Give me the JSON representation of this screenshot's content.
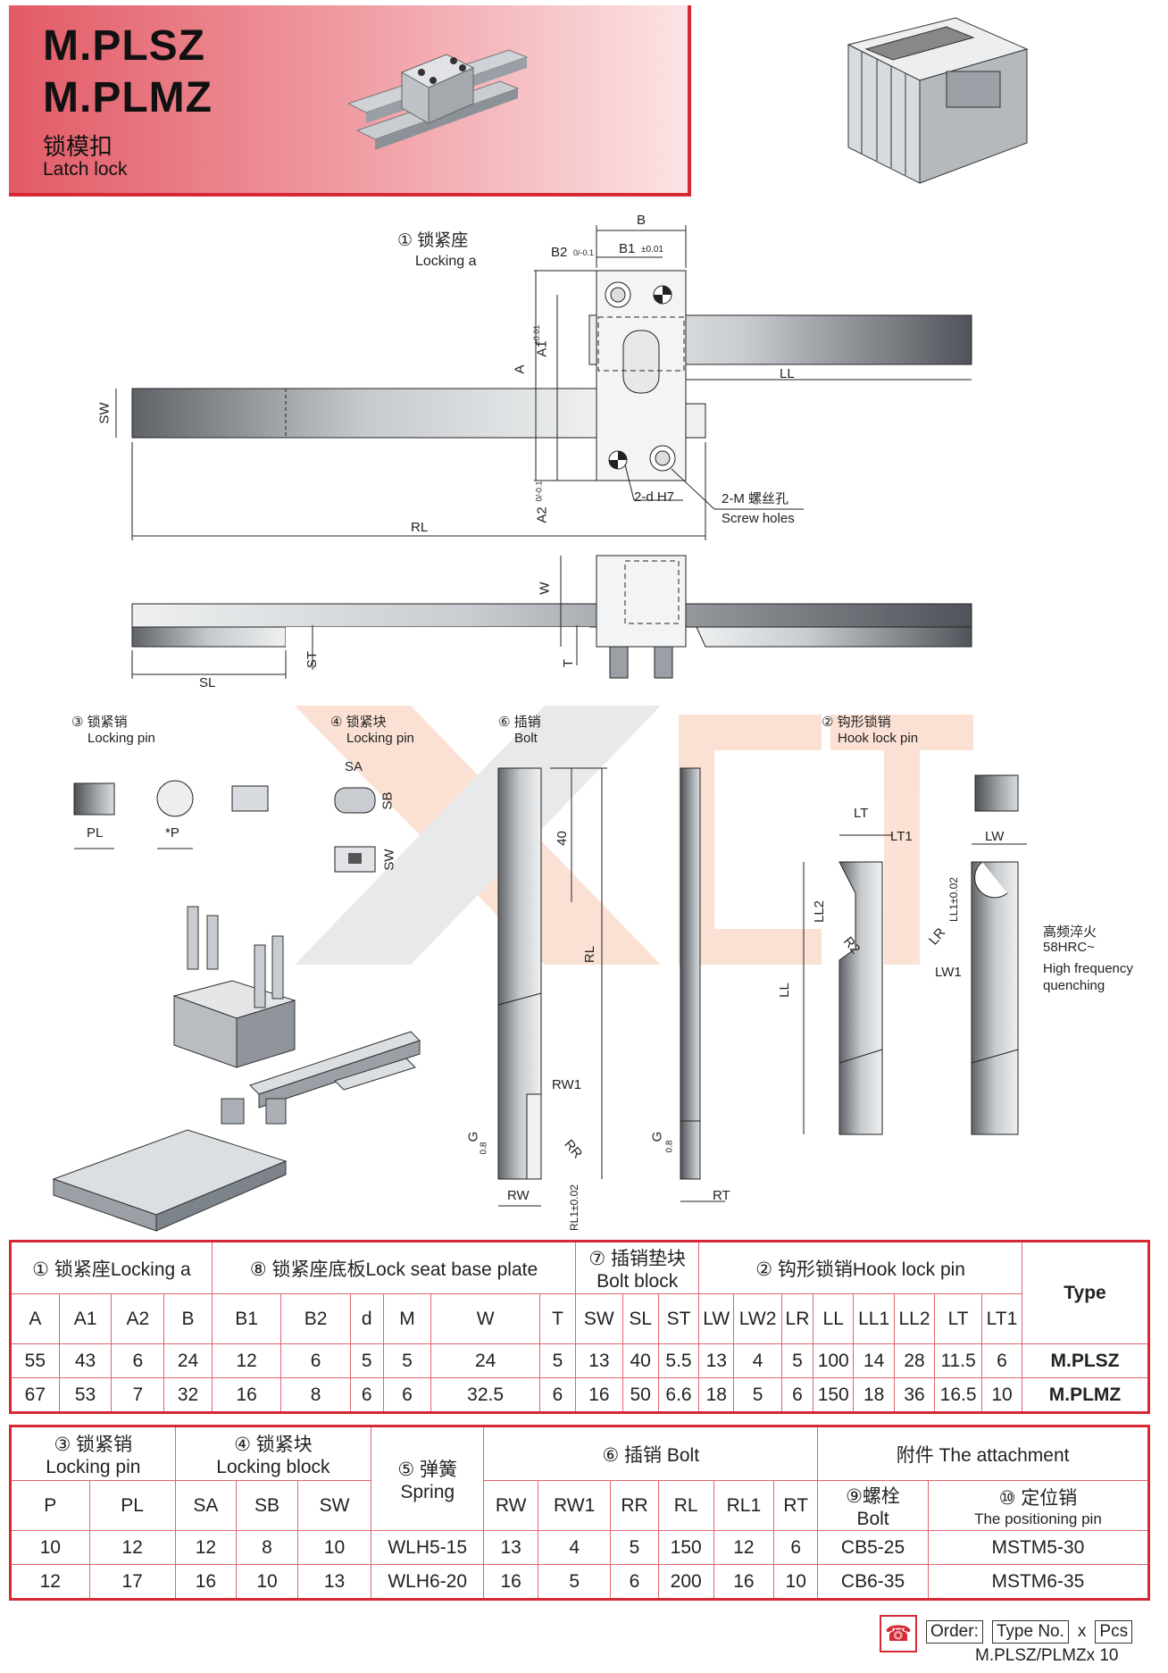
{
  "header": {
    "model1": "M.PLSZ",
    "model2": "M.PLMZ",
    "title_cn": "锁模扣",
    "title_en": "Latch lock"
  },
  "drawing": {
    "part1_cn": "① 锁紧座",
    "part1_en": "Locking a",
    "screw_cn": "2-M 螺丝孔",
    "screw_en": "Screw holes",
    "pin_hole": "2-d H7",
    "dims": {
      "B": "B",
      "B1": "B1",
      "B1_tol": "±0.01",
      "B2": "B2",
      "B2_tol": "0/-0.1",
      "A": "A",
      "A1": "A1",
      "A1_tol": "±0.01",
      "A2": "A2",
      "A2_tol": "0/-0.1",
      "LL": "LL",
      "RL": "RL",
      "SW": "SW",
      "SL": "SL",
      "ST": "ST",
      "W": "W",
      "T": "T",
      "SA": "SA",
      "SB": "SB",
      "PL": "PL",
      "P": "*P",
      "d40": "40",
      "RW": "RW",
      "RW1": "RW1",
      "RR": "RR",
      "RL1": "RL1±0.02",
      "RT": "RT",
      "G": "G",
      "roughness": "0.8",
      "LT": "LT",
      "LT1": "LT1",
      "LW": "LW",
      "LW1": "LW1",
      "LL1": "LL1±0.02",
      "LL2": "LL2",
      "LR": "LR",
      "R2": "R2"
    },
    "part3_cn": "③ 锁紧销",
    "part3_en": "Locking pin",
    "part4_cn": "④ 锁紧块",
    "part4_en": "Locking pin",
    "part6_cn": "⑥ 插销",
    "part6_en": "Bolt",
    "part2_cn": "② 钩形锁销",
    "part2_en": "Hook lock pin",
    "quench_cn": "高频淬火",
    "quench_hrc": "58HRC~",
    "quench_en1": "High frequency",
    "quench_en2": "quenching"
  },
  "table1": {
    "groups": [
      "① 锁紧座Locking a",
      "⑧ 锁紧座底板Lock seat base plate",
      "⑦ 插销垫块",
      "Bolt block",
      "② 钩形锁销Hook lock pin",
      "Type"
    ],
    "cols": [
      "A",
      "A1",
      "A2",
      "B",
      "B1",
      "B2",
      "d",
      "M",
      "W",
      "T",
      "SW",
      "SL",
      "ST",
      "LW",
      "LW2",
      "LR",
      "LL",
      "LL1",
      "LL2",
      "LT",
      "LT1"
    ],
    "rows": [
      {
        "vals": [
          "55",
          "43",
          "6",
          "24",
          "12",
          "6",
          "5",
          "5",
          "24",
          "5",
          "13",
          "40",
          "5.5",
          "13",
          "4",
          "5",
          "100",
          "14",
          "28",
          "11.5",
          "6"
        ],
        "type": "M.PLSZ"
      },
      {
        "vals": [
          "67",
          "53",
          "7",
          "32",
          "16",
          "8",
          "6",
          "6",
          "32.5",
          "6",
          "16",
          "50",
          "6.6",
          "18",
          "5",
          "6",
          "150",
          "18",
          "36",
          "16.5",
          "10"
        ],
        "type": "M.PLMZ"
      }
    ]
  },
  "table2": {
    "g_pin1": "③ 锁紧销",
    "g_pin2": "Locking pin",
    "g_blk1": "④ 锁紧块",
    "g_blk2": "Locking block",
    "g_spr1": "⑤ 弹簧",
    "g_spr2": "Spring",
    "g_bolt": "⑥ 插销 Bolt",
    "g_att": "附件 The attachment",
    "g_b1": "⑨螺栓",
    "g_b2": "Bolt",
    "g_p1": "⑩ 定位销",
    "g_p2": "The positioning pin",
    "cols": [
      "P",
      "PL",
      "SA",
      "SB",
      "SW",
      "RW",
      "RW1",
      "RR",
      "RL",
      "RL1",
      "RT"
    ],
    "rows": [
      [
        "10",
        "12",
        "12",
        "8",
        "10",
        "WLH5-15",
        "13",
        "4",
        "5",
        "150",
        "12",
        "6",
        "CB5-25",
        "MSTM5-30"
      ],
      [
        "12",
        "17",
        "16",
        "10",
        "13",
        "WLH6-20",
        "16",
        "5",
        "6",
        "200",
        "16",
        "10",
        "CB6-35",
        "MSTM6-35"
      ]
    ]
  },
  "order": {
    "order": "Order:",
    "type_no": "Type No.",
    "x": "x",
    "pcs": "Pcs",
    "example": "M.PLSZ/PLMZx 10"
  },
  "watermark": "XCT"
}
